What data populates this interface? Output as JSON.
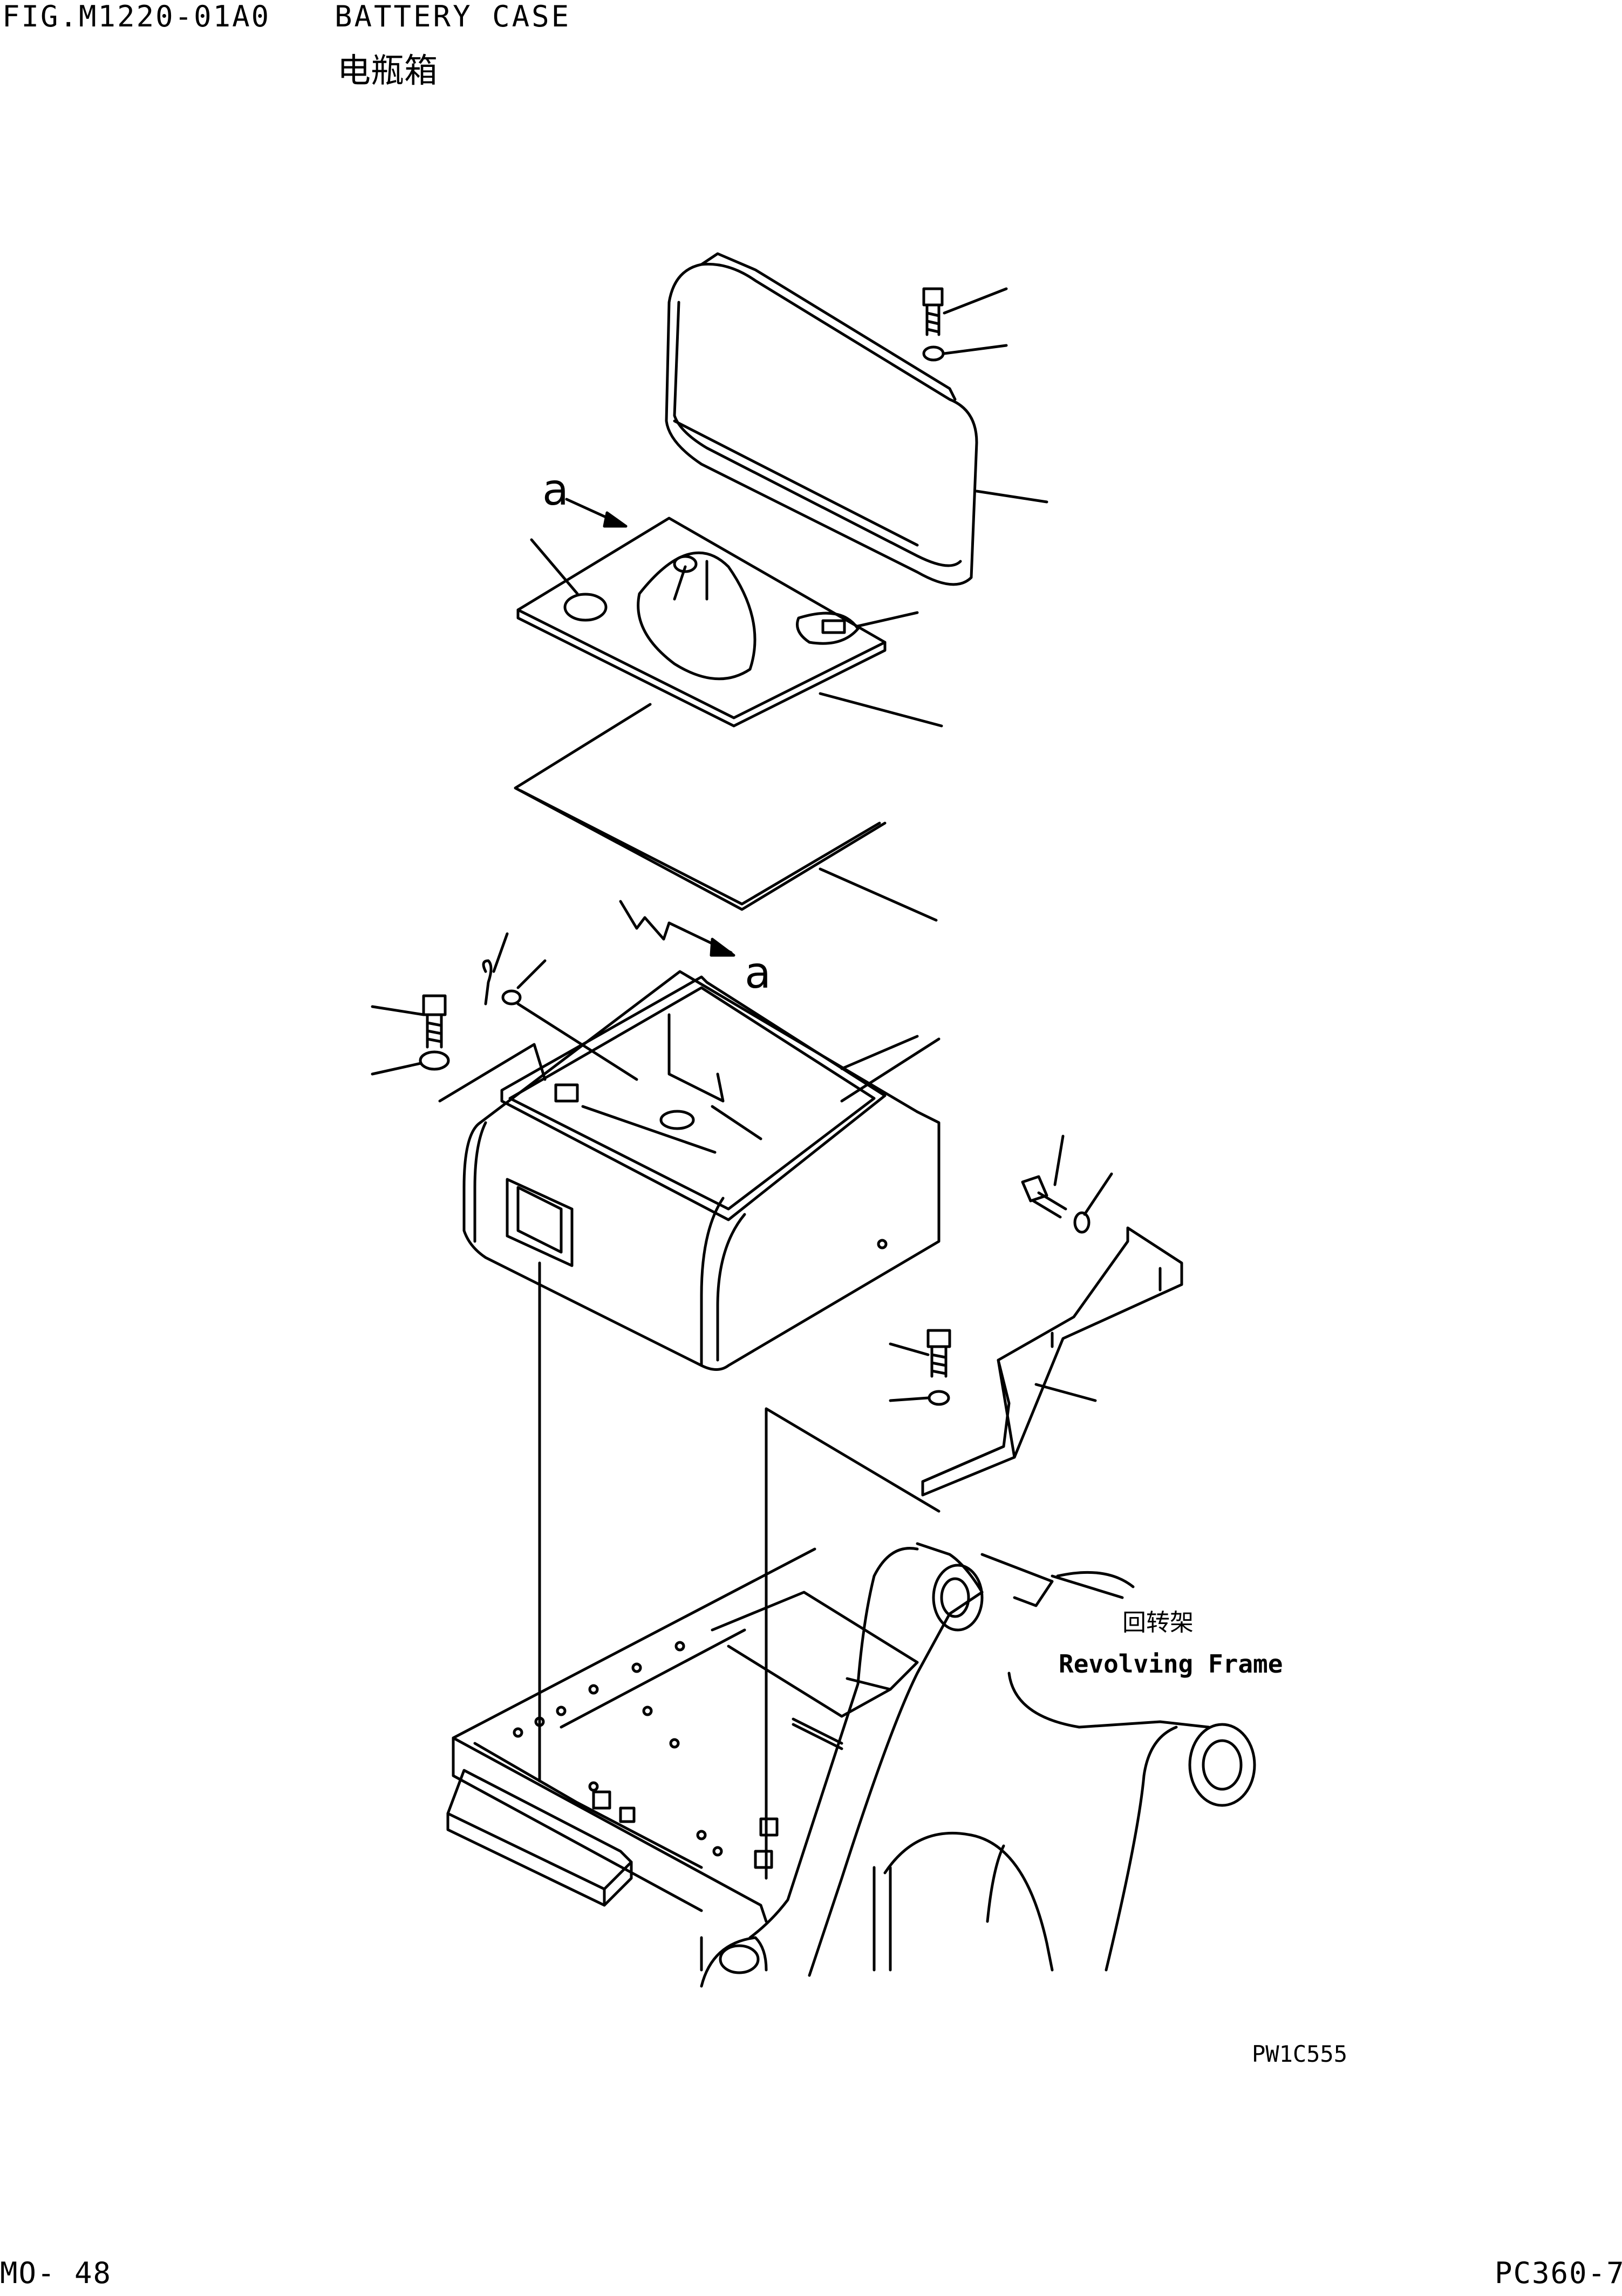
{
  "header": {
    "fig_code": "FIG.M1220-01A0",
    "title": "BATTERY CASE",
    "title_cn": "电瓶箱"
  },
  "diagram": {
    "view_marker_top": "a",
    "view_marker_mid": "a",
    "frame_label_cn": "回转架",
    "frame_label_en": "Revolving Frame",
    "drawing_code": "PW1C555"
  },
  "footer": {
    "page_left": "MO-  48",
    "page_right": "PC360-7"
  }
}
